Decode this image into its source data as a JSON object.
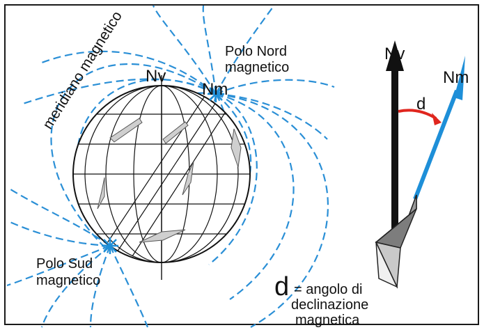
{
  "labels": {
    "nv_globe": "Nv",
    "nm_globe": "Nm",
    "polo_nord_line1": "Polo Nord",
    "polo_nord_line2": "magnetico",
    "polo_sud_line1": "Polo Sud",
    "polo_sud_line2": "magnetico",
    "meridiano": "meridiano magnetico",
    "nv_arrow": "Nv",
    "nm_arrow": "Nm",
    "d_angle": "d",
    "legend_symbol": "d",
    "legend_line1": "= angolo di",
    "legend_line2": "declinazione",
    "legend_line3": "magnetica"
  },
  "colors": {
    "field_lines": "#2a8fd6",
    "needle_blue": "#1e8fd8",
    "angle_arc": "#e0261e",
    "true_north_arrow": "#111111"
  }
}
